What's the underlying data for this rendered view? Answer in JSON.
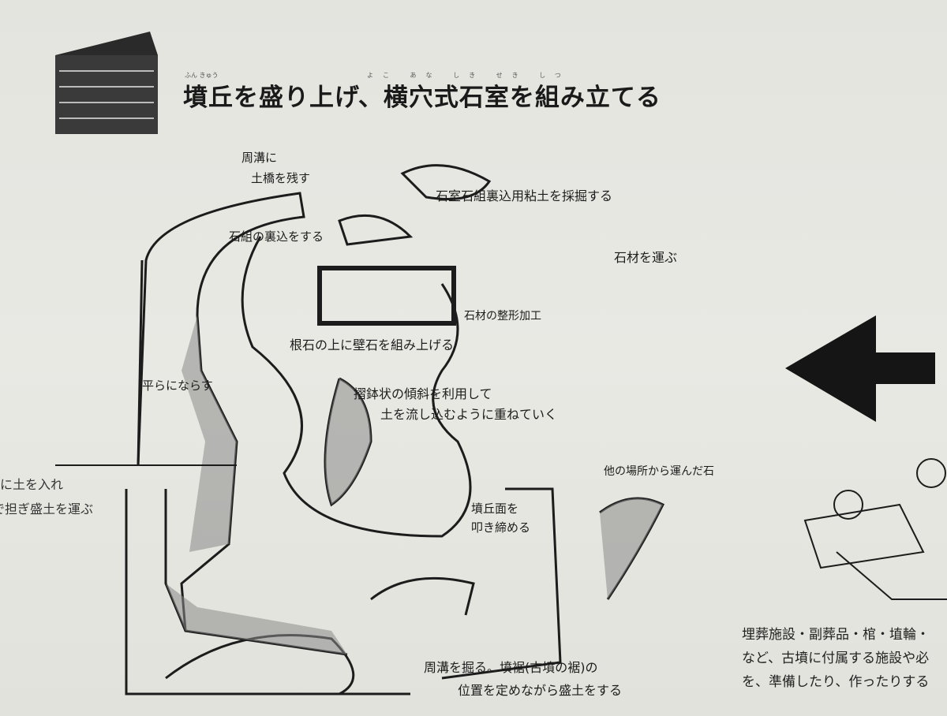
{
  "title": "墳丘を盛り上げ、横穴式石室を組み立てる",
  "title_ruby": [
    "ふん きゅう",
    "よこ あな しき せき しつ"
  ],
  "labels": {
    "moat_bridge_1": "周溝に",
    "moat_bridge_2": "土橋を残す",
    "clay_dig": "石室石組裏込用粘土を採掘する",
    "backfill": "石組の裏込をする",
    "carry_stone": "石材を運ぶ",
    "shape_stone": "石材の整形加工",
    "wall_stone": "根石の上に壁石を組み上げる",
    "flatten": "平らにならす",
    "slope_1": "摺鉢状の傾斜を利用して",
    "slope_2": "土を流し込むように重ねていく",
    "other_place": "他の場所から運んだ石",
    "tamp_1": "墳丘面を",
    "tamp_2": "叩き締める",
    "left_1": "に土を入れ",
    "left_2": "で担ぎ盛土を運ぶ",
    "moat_dig_1": "周溝を掘る。墳裾(古墳の裾)の",
    "moat_dig_2": "位置を定めながら盛土をする"
  },
  "side_panel": {
    "line1": "埋葬施設・副葬品・棺・埴輪・",
    "line2": "など、古墳に付属する施設や必",
    "line3": "を、準備したり、作ったりする"
  },
  "colors": {
    "background": "#e6e6e1",
    "ink": "#1c1c1c",
    "arrow": "#151515"
  }
}
